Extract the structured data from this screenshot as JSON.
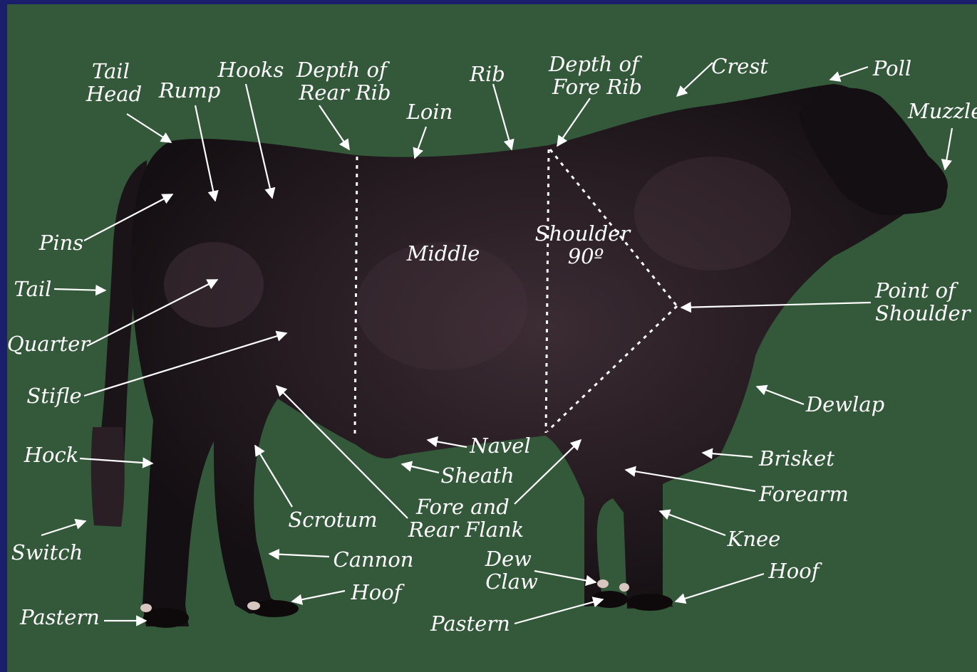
{
  "colors": {
    "frame": "#1b1f6b",
    "background": "#33583a",
    "animal": "#1a1418",
    "animal_highlight": "#4a3640",
    "text": "#ffffff"
  },
  "labels": {
    "tail_head": [
      "Tail",
      "Head"
    ],
    "rump": "Rump",
    "hooks": "Hooks",
    "depth_rear_rib": [
      "Depth of",
      "Rear Rib"
    ],
    "loin": "Loin",
    "rib": "Rib",
    "depth_fore_rib": [
      "Depth of",
      "Fore Rib"
    ],
    "crest": "Crest",
    "poll": "Poll",
    "muzzle": "Muzzle",
    "pins": "Pins",
    "tail": "Tail",
    "quarter": "Quarter",
    "stifle": "Stifle",
    "hock": "Hock",
    "switch": "Switch",
    "pastern_rear": "Pastern",
    "middle": "Middle",
    "shoulder": [
      "Shoulder",
      "90º"
    ],
    "point_of_shoulder": [
      "Point of",
      "Shoulder"
    ],
    "dewlap": "Dewlap",
    "navel": "Navel",
    "sheath": "Sheath",
    "brisket": "Brisket",
    "forearm": "Forearm",
    "fore_rear_flank": [
      "Fore and",
      "Rear Flank"
    ],
    "scrotum": "Scrotum",
    "knee": "Knee",
    "cannon": "Cannon",
    "hoof_rear": "Hoof",
    "dew_claw": [
      "Dew",
      "Claw"
    ],
    "hoof_front": "Hoof",
    "pastern_front": "Pastern"
  }
}
